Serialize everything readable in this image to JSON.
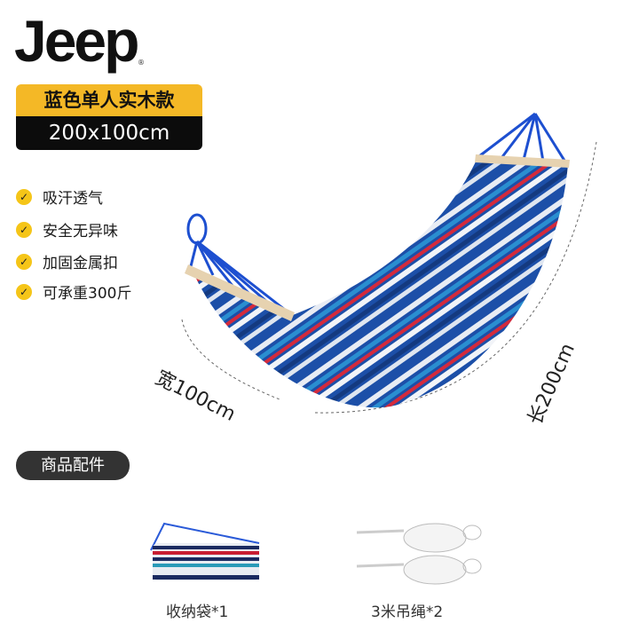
{
  "brand": {
    "logo_text": "Jeep",
    "registered_mark": "®"
  },
  "variant": {
    "name": "蓝色单人实木款",
    "size": "200x100cm"
  },
  "features": [
    {
      "icon": "check-circle-icon",
      "label": "吸汗透气"
    },
    {
      "icon": "check-circle-icon",
      "label": "安全无异味"
    },
    {
      "icon": "check-circle-icon",
      "label": "加固金属扣"
    },
    {
      "icon": "check-circle-icon",
      "label": "可承重300斤"
    }
  ],
  "dimensions": {
    "width_label": "宽100cm",
    "length_label": "长200cm"
  },
  "accessories": {
    "title": "商品配件",
    "items": [
      {
        "label": "收纳袋*1"
      },
      {
        "label": "3米吊绳*2"
      }
    ]
  },
  "colors": {
    "accent_yellow": "#f4b826",
    "dark": "#0c0c0c",
    "stripe_blue": "#1c4fa8",
    "stripe_red": "#d42a3c",
    "stripe_cyan": "#2a8ed0"
  }
}
